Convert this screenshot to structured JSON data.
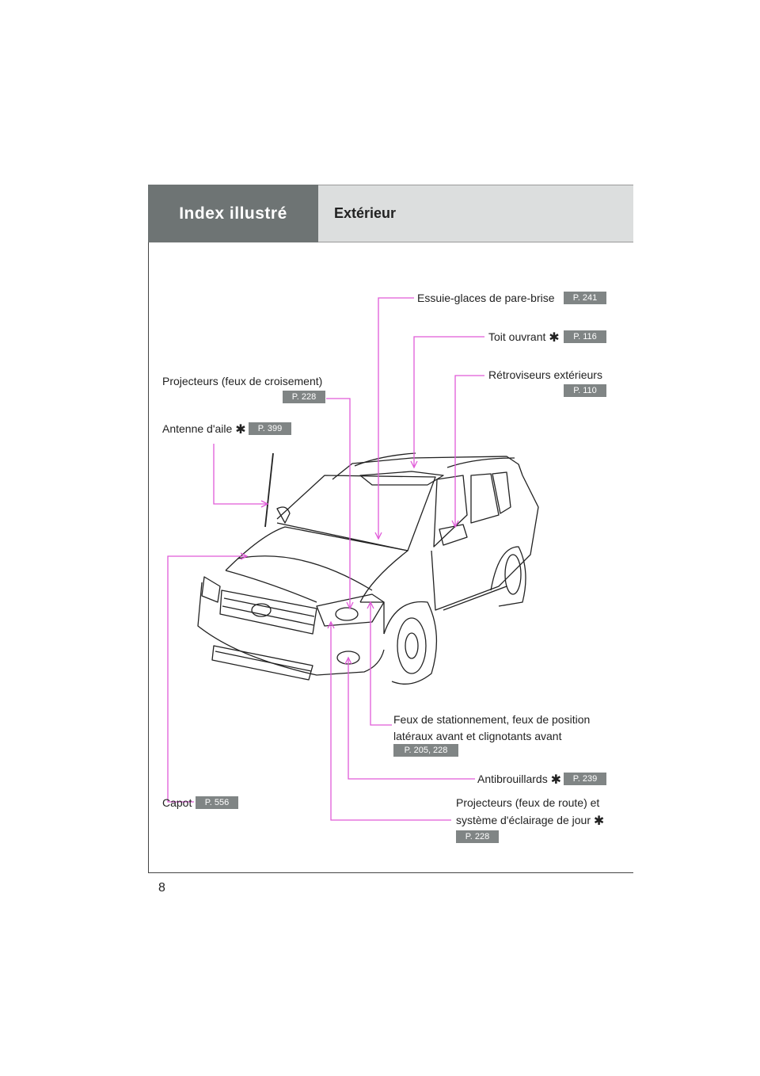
{
  "header": {
    "section": "Index illustré",
    "title": "Extérieur"
  },
  "page_number": "8",
  "star_symbol": "✱",
  "callouts": {
    "wipers": {
      "label": "Essuie-glaces de pare-brise",
      "page": "P. 241"
    },
    "sunroof": {
      "label": "Toit ouvrant",
      "page": "P. 116"
    },
    "mirrors": {
      "label": "Rétroviseurs extérieurs",
      "page": "P. 110"
    },
    "low_beam": {
      "label": "Projecteurs (feux de croisement)",
      "page": "P. 228"
    },
    "antenna": {
      "label": "Antenne d'aile",
      "page": "P. 399"
    },
    "parking": {
      "line1": "Feux de stationnement, feux de position",
      "line2": "latéraux avant et clignotants avant",
      "page": "P. 205, 228"
    },
    "fog": {
      "label": "Antibrouillards",
      "page": "P. 239"
    },
    "hood": {
      "label": "Capot",
      "page": "P. 556"
    },
    "high_beam": {
      "line1": "Projecteurs (feux de route) et",
      "line2": "système d'éclairage de jour",
      "page": "P. 228"
    }
  },
  "colors": {
    "leader_line": "#e05ad8",
    "header_dark": "#6e7474",
    "header_light": "#dcdede",
    "badge": "#808585"
  }
}
